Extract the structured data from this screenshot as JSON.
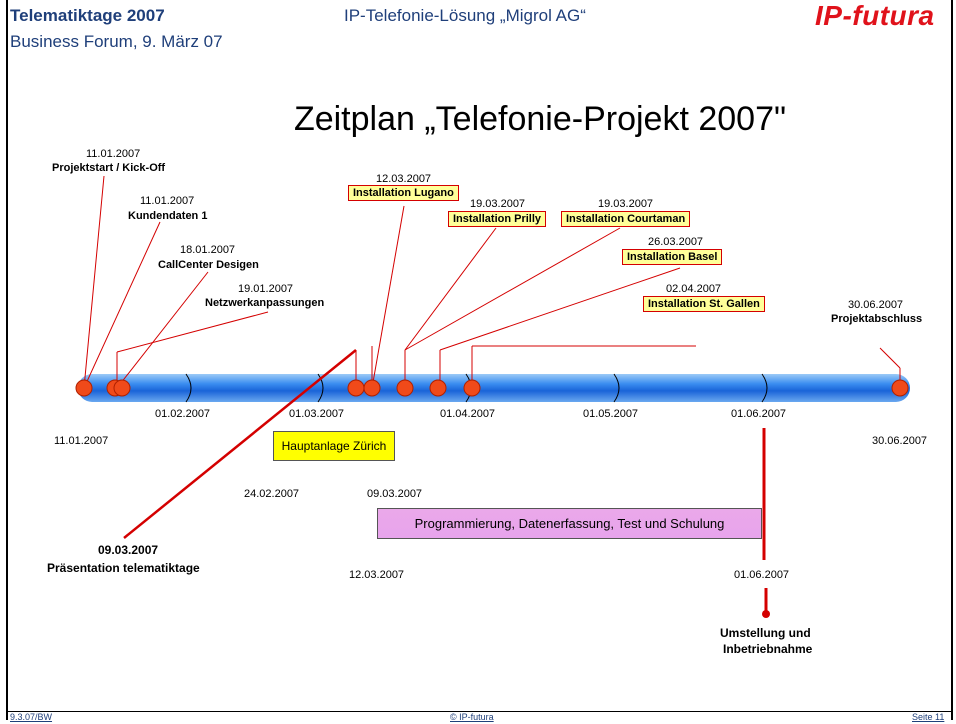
{
  "header": {
    "line1": "Telematiktage 2007",
    "line2": "Business Forum, 9. März 07",
    "center": "IP-Telefonie-Lösung „Migrol AG“",
    "logo": "IP-futura"
  },
  "title": "Zeitplan „Telefonie-Projekt 2007\"",
  "milestones_top": [
    {
      "date": "11.01.2007",
      "label": "Projektstart / Kick-Off"
    },
    {
      "date": "11.01.2007",
      "label": "Kundendaten 1"
    },
    {
      "date": "18.01.2007",
      "label": "CallCenter Desigen"
    },
    {
      "date": "19.01.2007",
      "label": "Netzwerkanpassungen"
    },
    {
      "date": "12.03.2007",
      "label": "Installation Lugano"
    },
    {
      "date": "19.03.2007",
      "label": "Installation Prilly"
    },
    {
      "date": "19.03.2007",
      "label": "Installation Courtaman"
    },
    {
      "date": "26.03.2007",
      "label": "Installation Basel"
    },
    {
      "date": "02.04.2007",
      "label": "Installation St. Gallen"
    },
    {
      "date": "30.06.2007",
      "label": "Projektabschluss"
    }
  ],
  "axis_ticks": [
    "01.02.2007",
    "01.03.2007",
    "01.04.2007",
    "01.05.2007",
    "01.06.2007"
  ],
  "axis_start": "11.01.2007",
  "axis_end": "30.06.2007",
  "phases": {
    "zurich": {
      "label": "Hauptanlage Zürich",
      "start": "24.02.2007",
      "end": "09.03.2007"
    },
    "program": {
      "label": "Programmierung, Datenerfassung, Test und Schulung",
      "start": "12.03.2007",
      "end": "01.06.2007"
    }
  },
  "presentation": {
    "date": "09.03.2007",
    "label": "Präsentation telematiktage"
  },
  "golive": {
    "line1": "Umstellung und",
    "line2": "Inbetriebnahme"
  },
  "footer": {
    "left": "9.3.07/BW",
    "center": "© IP-futura",
    "right": "Seite 11"
  },
  "colors": {
    "accent": "#e0121b",
    "header": "#1f3f7a",
    "timeline": "#1e6fe0",
    "marker": "#f04a1a"
  }
}
